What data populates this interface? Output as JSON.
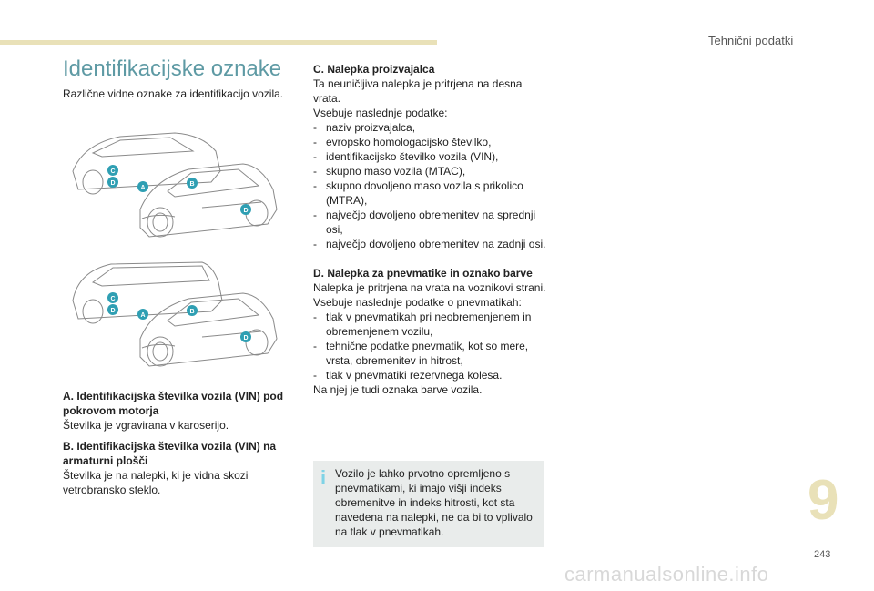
{
  "header": {
    "section_title": "Tehnični podatki"
  },
  "title": "Identifikacijske oznake",
  "intro": "Različne vidne oznake za identifikacijo vozila.",
  "marker_colors": {
    "A": "#2f9fb3",
    "B": "#2f9fb3",
    "C": "#2f9fb3",
    "D": "#2f9fb3"
  },
  "cars": [
    {
      "markers": [
        "C",
        "D",
        "A",
        "B",
        "D"
      ]
    },
    {
      "markers": [
        "C",
        "D",
        "A",
        "B",
        "D"
      ]
    }
  ],
  "items": {
    "a": {
      "heading": "A. Identifikacijska številka vozila (VIN) pod pokrovom motorja",
      "body": "Številka je vgravirana v karoserijo."
    },
    "b": {
      "heading": "B. Identifikacijska številka vozila (VIN) na armaturni plošči",
      "body": "Številka je na nalepki, ki je vidna skozi vetrobransko steklo."
    },
    "c": {
      "heading": "C. Nalepka proizvajalca",
      "line1": "Ta neuničljiva nalepka je pritrjena na desna vrata.",
      "line2": "Vsebuje naslednje podatke:",
      "list": [
        "naziv proizvajalca,",
        "evropsko homologacijsko številko,",
        "identifikacijsko številko vozila (VIN),",
        "skupno maso vozila (MTAC),",
        "skupno dovoljeno maso vozila s prikolico (MTRA),",
        "največjo dovoljeno obremenitev na sprednji osi,",
        "največjo dovoljeno obremenitev na zadnji osi."
      ]
    },
    "d": {
      "heading": "D. Nalepka za pnevmatike in oznako barve",
      "line1": "Nalepka je pritrjena na vrata na voznikovi strani.",
      "line2": "Vsebuje naslednje podatke o pnevmatikah:",
      "list": [
        "tlak v pnevmatikah pri neobremenjenem in obremenjenem vozilu,",
        "tehnične podatke pnevmatik, kot so mere, vrsta, obremenitev in hitrost,",
        "tlak v pnevmatiki rezervnega kolesa."
      ],
      "footer": "Na njej je tudi oznaka barve vozila."
    }
  },
  "info": {
    "icon": "info-icon",
    "text": "Vozilo je lahko prvotno opremljeno s pnevmatikami, ki imajo višji indeks obremenitve in indeks hitrosti, kot sta navedena na nalepki, ne da bi to vplivalo na tlak v pnevmatikah."
  },
  "chapter_number": "9",
  "page_number": "243",
  "watermark": "carmanualsonline.info"
}
